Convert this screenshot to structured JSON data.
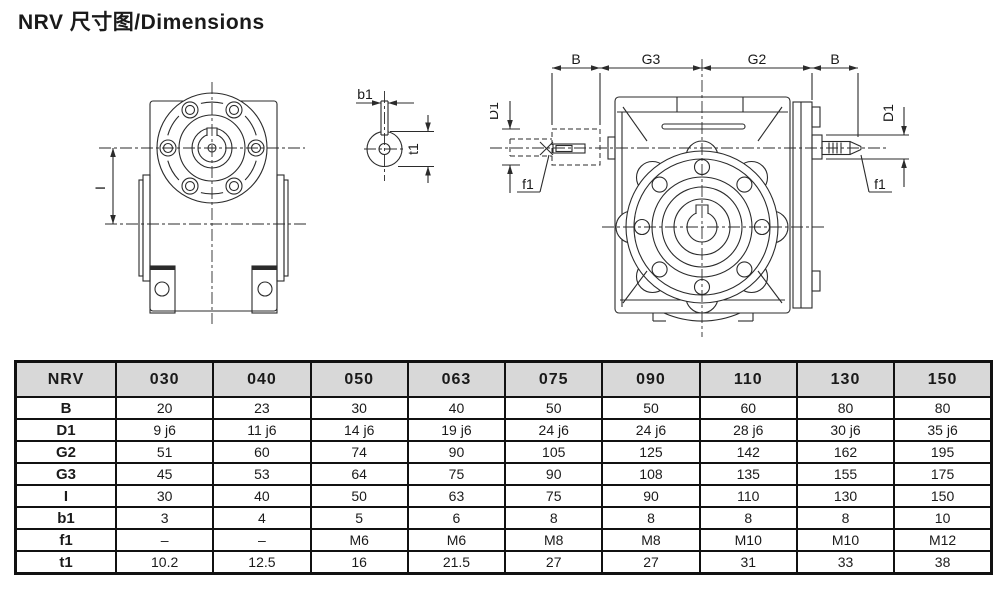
{
  "title": "NRV 尺寸图/Dimensions",
  "labels": {
    "front": {
      "i": "I"
    },
    "shaft_section": {
      "b1": "b1",
      "t1": "t1"
    },
    "side": {
      "b_left": "B",
      "g3": "G3",
      "g2": "G2",
      "b_right": "B",
      "d1_left": "D1",
      "d1_right": "D1",
      "f1_left": "f1",
      "f1_right": "f1"
    }
  },
  "table": {
    "header": [
      "NRV",
      "030",
      "040",
      "050",
      "063",
      "075",
      "090",
      "110",
      "130",
      "150"
    ],
    "rows": [
      {
        "label": "B",
        "values": [
          "20",
          "23",
          "30",
          "40",
          "50",
          "50",
          "60",
          "80",
          "80"
        ]
      },
      {
        "label": "D1",
        "values": [
          "9 j6",
          "11 j6",
          "14 j6",
          "19 j6",
          "24 j6",
          "24 j6",
          "28 j6",
          "30 j6",
          "35 j6"
        ]
      },
      {
        "label": "G2",
        "values": [
          "51",
          "60",
          "74",
          "90",
          "105",
          "125",
          "142",
          "162",
          "195"
        ]
      },
      {
        "label": "G3",
        "values": [
          "45",
          "53",
          "64",
          "75",
          "90",
          "108",
          "135",
          "155",
          "175"
        ]
      },
      {
        "label": "I",
        "values": [
          "30",
          "40",
          "50",
          "63",
          "75",
          "90",
          "110",
          "130",
          "150"
        ]
      },
      {
        "label": "b1",
        "values": [
          "3",
          "4",
          "5",
          "6",
          "8",
          "8",
          "8",
          "8",
          "10"
        ]
      },
      {
        "label": "f1",
        "values": [
          "–",
          "–",
          "M6",
          "M6",
          "M8",
          "M8",
          "M10",
          "M10",
          "M12"
        ]
      },
      {
        "label": "t1",
        "values": [
          "10.2",
          "12.5",
          "16",
          "21.5",
          "27",
          "27",
          "31",
          "33",
          "38"
        ]
      }
    ]
  },
  "colors": {
    "header_bg": "#d8d8d8",
    "line": "#2b2b2b"
  }
}
